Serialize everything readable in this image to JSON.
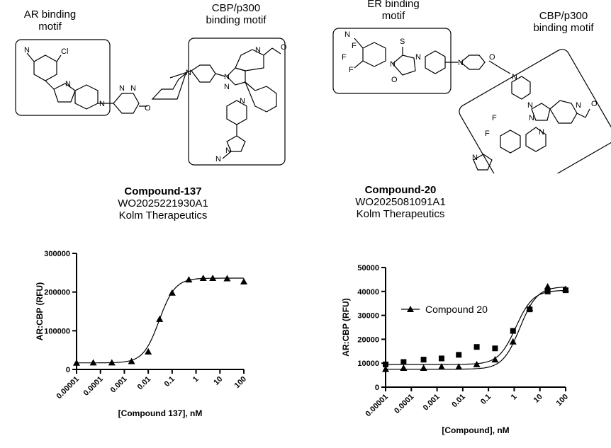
{
  "left_panel": {
    "motif_left": [
      "AR binding",
      "motif"
    ],
    "motif_right": [
      "CBP/p300",
      "binding motif"
    ],
    "compound_name": "Compound-137",
    "patent": "WO2025221930A1",
    "company": "Kolm Therapeutics"
  },
  "right_panel": {
    "motif_left": [
      "ER binding",
      "motif"
    ],
    "motif_right": [
      "CBP/p300",
      "binding motif"
    ],
    "compound_name": "Compound-20",
    "patent": "WO2025081091A1",
    "company": "Kolm Therapeutics"
  },
  "chart_data": [
    {
      "type": "scatter",
      "xscale": "log",
      "xlabel": "[Compound 137], nM",
      "ylabel": "AR:CBP (RFU)",
      "ylim": [
        0,
        300000
      ],
      "yticks": [
        0,
        100000,
        200000,
        300000
      ],
      "xticks": [
        "0.00001",
        "0.0001",
        "0.001",
        "0.01",
        "0.1",
        "1",
        "10",
        "100"
      ],
      "grid": false,
      "legend": "none",
      "series": [
        {
          "marker": "triangle",
          "x": [
            1e-05,
            5e-05,
            0.0003,
            0.002,
            0.01,
            0.03,
            0.1,
            0.5,
            2,
            5,
            20,
            100
          ],
          "y": [
            17000,
            17500,
            17500,
            21000,
            46000,
            130000,
            198000,
            232000,
            236000,
            236000,
            235000,
            227000
          ]
        }
      ]
    },
    {
      "type": "scatter",
      "xscale": "log",
      "xlabel": "[Compound], nM",
      "ylabel": "AR:CBP (RFU)",
      "ylim": [
        0,
        50000
      ],
      "yticks": [
        0,
        10000,
        20000,
        30000,
        40000,
        50000
      ],
      "xticks": [
        "0.00001",
        "0.0001",
        "0.001",
        "0.01",
        "0.1",
        "1",
        "10",
        "100"
      ],
      "grid": false,
      "legend": "left",
      "series": [
        {
          "name": "Compound 20",
          "marker": "triangle",
          "x": [
            1e-05,
            5e-05,
            0.0003,
            0.0015,
            0.007,
            0.035,
            0.18,
            0.9,
            4,
            20,
            100
          ],
          "y": [
            7500,
            8000,
            8000,
            8500,
            8500,
            9500,
            11500,
            19000,
            33000,
            42000,
            41000
          ]
        },
        {
          "marker": "square",
          "x": [
            1e-05,
            5e-05,
            0.0003,
            0.0015,
            0.007,
            0.035,
            0.18,
            0.9,
            4,
            20,
            100
          ],
          "y": [
            9500,
            10500,
            11500,
            12000,
            13500,
            16800,
            16200,
            23500,
            32500,
            40000,
            40500
          ]
        }
      ]
    }
  ]
}
